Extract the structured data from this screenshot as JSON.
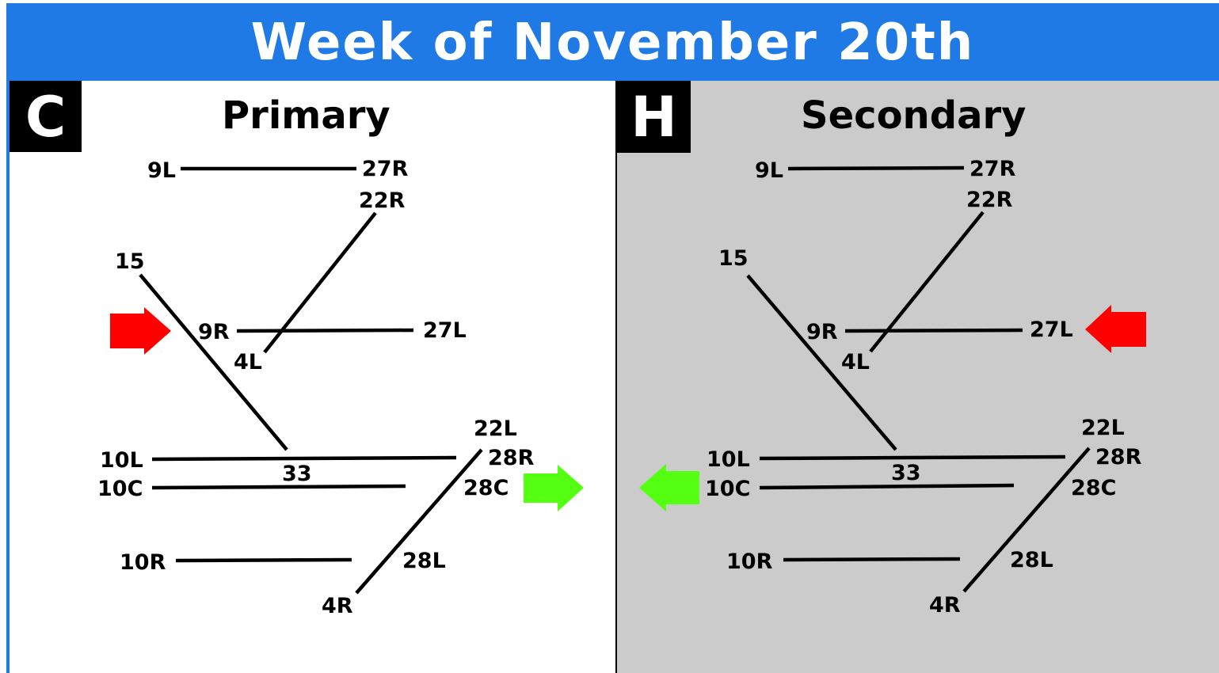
{
  "title": "Week of November 20th",
  "colors": {
    "header_blue": "#1f7ae6",
    "arrival_arrow": "#ff0000",
    "departure_arrow": "#55ff11",
    "secondary_bg": "#cbcbcb"
  },
  "panels": {
    "primary": {
      "badge": "C",
      "title": "Primary",
      "arrival_arrow": {
        "direction": "east",
        "color": "#ff0000",
        "runway": "9R"
      },
      "departure_arrow": {
        "direction": "east",
        "color": "#55ff11"
      }
    },
    "secondary": {
      "badge": "H",
      "title": "Secondary",
      "arrival_arrow": {
        "direction": "west",
        "color": "#ff0000",
        "runway": "27L"
      },
      "departure_arrow": {
        "direction": "west",
        "color": "#55ff11"
      }
    }
  },
  "runways": {
    "r9L_27R": {
      "ends": [
        "9L",
        "27R"
      ]
    },
    "r4R_22L": {
      "ends": [
        "4R",
        "22L"
      ]
    },
    "r4L_22R": {
      "ends": [
        "4L",
        "22R"
      ]
    },
    "r15_33": {
      "ends": [
        "15",
        "33"
      ]
    },
    "r9R_27L": {
      "ends": [
        "9R",
        "27L"
      ]
    },
    "r10L_28R": {
      "ends": [
        "10L",
        "28R"
      ]
    },
    "r10C_28C": {
      "ends": [
        "10C",
        "28C"
      ]
    },
    "r10R_28L": {
      "ends": [
        "10R",
        "28L"
      ]
    }
  }
}
